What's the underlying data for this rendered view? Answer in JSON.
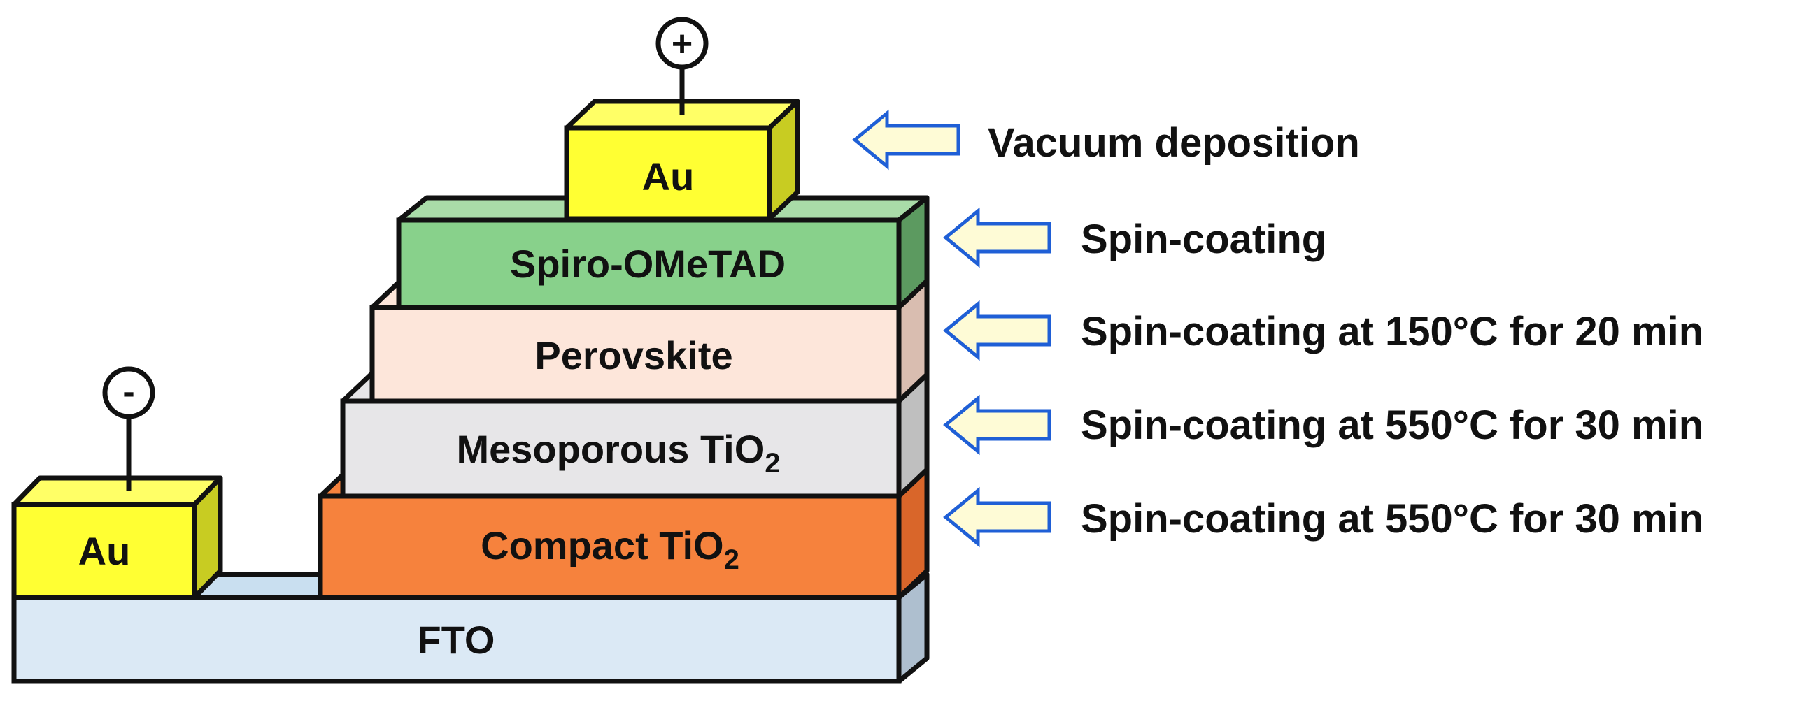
{
  "layers": {
    "fto": {
      "label": "FTO",
      "front": "#dbe9f5",
      "top": "#c9dff0",
      "side": "#aebfcf"
    },
    "compact_tio2": {
      "label": "Compact TiO",
      "subscript": "2",
      "front": "#f6823d",
      "top": "#f6823d",
      "side": "#d9662a"
    },
    "mesoporous_tio2": {
      "label": "Mesoporous TiO",
      "subscript": "2",
      "front": "#e7e6e8",
      "top": "#e7e6e8",
      "side": "#bfbfbf"
    },
    "perovskite": {
      "label": "Perovskite",
      "front": "#fde6da",
      "top": "#fde6da",
      "side": "#d9bdb0"
    },
    "spiro": {
      "label": "Spiro-OMeTAD",
      "front": "#88d18b",
      "top": "#a9dca8",
      "side": "#5c9a60"
    },
    "au_top": {
      "label": "Au",
      "front": "#ffff33",
      "top": "#ffff66",
      "side": "#c8cc22"
    },
    "au_left": {
      "label": "Au",
      "front": "#ffff33",
      "top": "#ffff66",
      "side": "#c8cc22"
    }
  },
  "terminals": {
    "positive": "+",
    "negative": "-"
  },
  "steps": [
    {
      "label": "Vacuum deposition"
    },
    {
      "label": "Spin-coating"
    },
    {
      "label": "Spin-coating at 150°C for 20 min"
    },
    {
      "label": "Spin-coating at 550°C for 30 min"
    },
    {
      "label": "Spin-coating at 550°C for 30 min"
    }
  ],
  "colors": {
    "outline": "#111111",
    "arrow_stroke": "#1f5fd6",
    "arrow_fill": "#fefbd6"
  }
}
